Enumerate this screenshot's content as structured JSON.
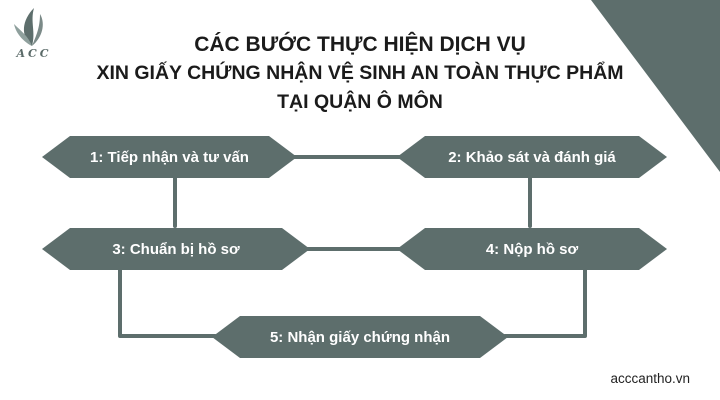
{
  "brand": {
    "logo_text": "ACC",
    "website": "acccantho.vn"
  },
  "title": {
    "line1": "CÁC BƯỚC THỰC HIỆN DỊCH VỤ",
    "line2": "XIN GIẤY CHỨNG NHẬN VỆ SINH AN TOÀN THỰC PHẨM",
    "line3": "TẠI QUẬN Ô MÔN"
  },
  "steps": [
    {
      "label": "1: Tiếp nhận và tư vấn"
    },
    {
      "label": "2: Khảo sát và đánh giá"
    },
    {
      "label": "3: Chuẩn bị hồ sơ"
    },
    {
      "label": "4: Nộp hồ sơ"
    },
    {
      "label": "5: Nhận giấy chứng nhận"
    }
  ],
  "colors": {
    "shape_fill": "#5d6e6c",
    "text_on_shape": "#ffffff",
    "title_text": "#1b1b1b",
    "connector": "#5d6e6c"
  }
}
